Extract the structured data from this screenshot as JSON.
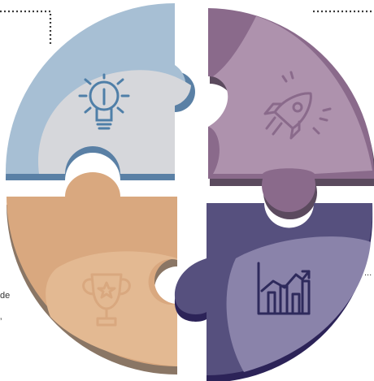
{
  "diagram": {
    "type": "four-piece puzzle circle",
    "pieces": [
      {
        "id": "top-left",
        "icon": "lightbulb-icon",
        "colors": {
          "main": "#a7bfd4",
          "shadow": "#5a80a5",
          "inner": "#d6d7db",
          "icon": "#4f7fa8"
        }
      },
      {
        "id": "top-right",
        "icon": "rocket-icon",
        "colors": {
          "main": "#8a6a8b",
          "shadow": "#5b4a5e",
          "inner": "#ae92ad",
          "icon": "#8a6a8b"
        }
      },
      {
        "id": "bottom-left",
        "icon": "trophy-icon",
        "colors": {
          "main": "#d9a87f",
          "shadow": "#8a7665",
          "inner": "#e3b992",
          "icon": "#d9a87f"
        }
      },
      {
        "id": "bottom-right",
        "icon": "growth-chart-icon",
        "colors": {
          "main": "#56507e",
          "shadow": "#2c2358",
          "inner": "#8a83aa",
          "icon": "#2e2a5c"
        }
      }
    ],
    "connector_color": "#3a3a3a",
    "cut_off_texts": {
      "left_1": "de",
      "left_2": "’",
      "right_1": "..."
    }
  }
}
